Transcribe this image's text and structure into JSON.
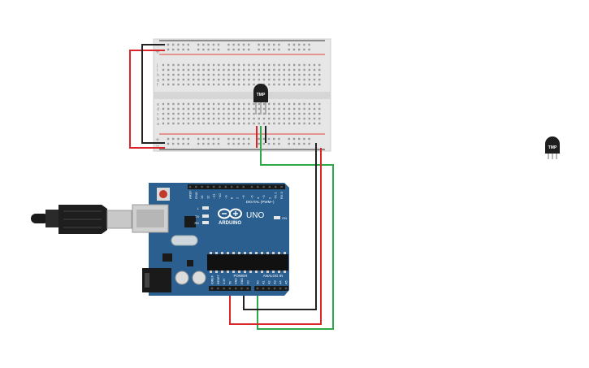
{
  "breadboard": {
    "rail_plus": "+",
    "rail_minus": "−",
    "row_letters_top": [
      "j",
      "i",
      "h",
      "g",
      "f"
    ],
    "row_letters_bottom": [
      "e",
      "d",
      "c",
      "b",
      "a"
    ]
  },
  "sensor": {
    "label": "TMP"
  },
  "sensor_spare": {
    "label": "TMP"
  },
  "arduino": {
    "brand": "ARDUINO",
    "model": "UNO",
    "digital_label": "DIGITAL (PWM~)",
    "power_label": "POWER",
    "analog_label": "ANALOG IN",
    "on_label": "ON",
    "l_label": "L",
    "tx_label": "TX",
    "rx_label": "RX",
    "digital_pins": [
      "AREF",
      "GND",
      "13",
      "12",
      "~11",
      "~10",
      "~9",
      "8",
      "7",
      "~6",
      "~5",
      "4",
      "~3",
      "2",
      "TX 1",
      "RX 0"
    ],
    "power_pins": [
      "IOREF",
      "RESET",
      "3.3V",
      "5V",
      "GND",
      "GND",
      "Vin"
    ],
    "analog_pins": [
      "A0",
      "A1",
      "A2",
      "A3",
      "A4",
      "A5"
    ]
  },
  "colors": {
    "board": "#2a5f8f",
    "wire_red": "#d9262a",
    "wire_black": "#222222",
    "wire_green": "#2fa84a",
    "rail_red": "#e0453f",
    "rail_blue": "#333333"
  }
}
